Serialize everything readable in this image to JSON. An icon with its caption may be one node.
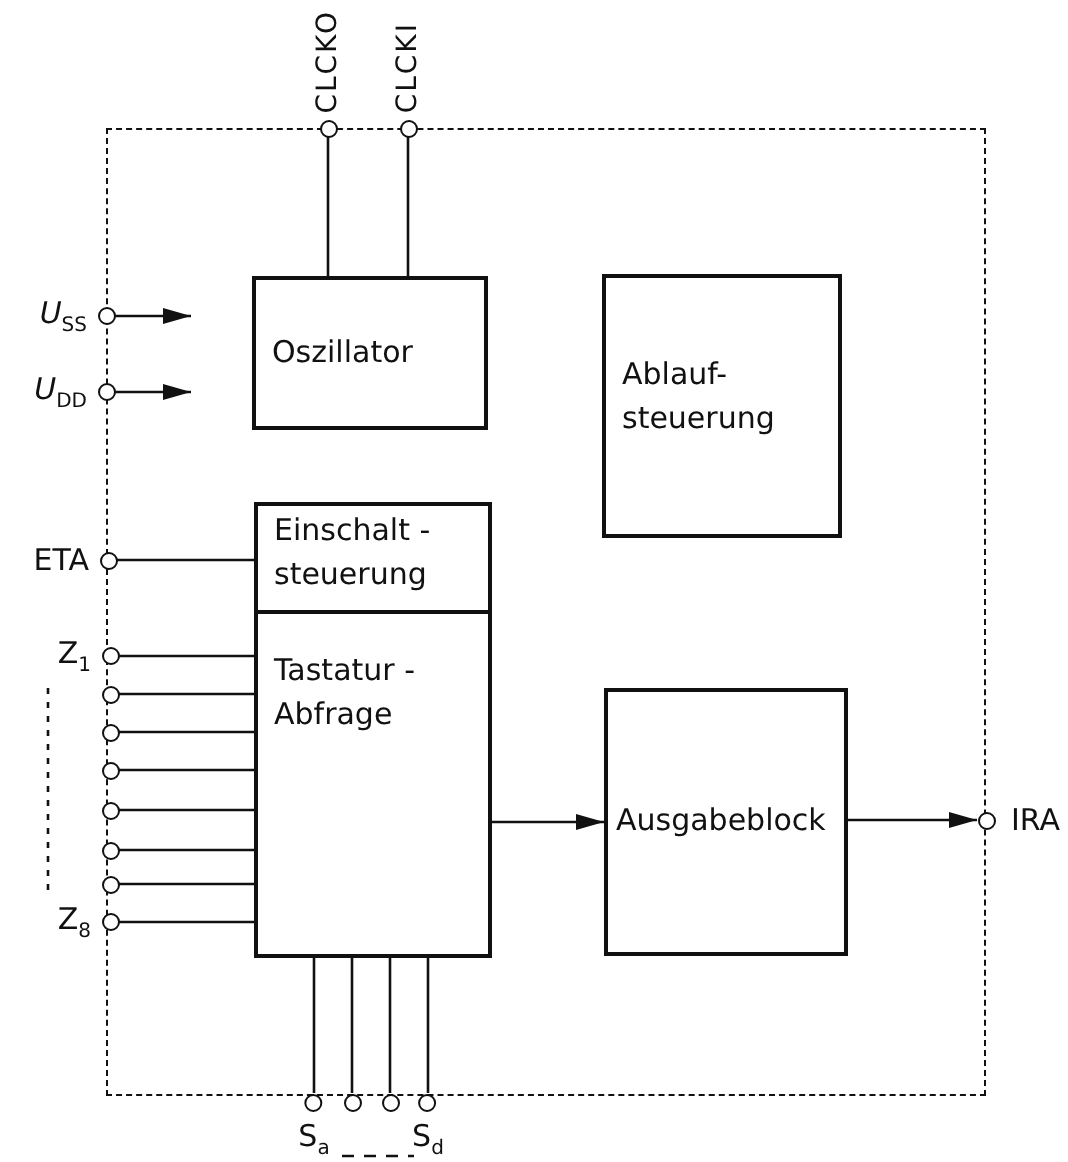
{
  "diagram": {
    "nodes": [
      {
        "text": [],
        "shape": "box"
      },
      {
        "text": [
          "CLCKO"
        ]
      },
      {
        "text": [
          "CLCKI"
        ]
      },
      {
        "text": [
          "*U*$_{SS}$"
        ]
      },
      {
        "text": [
          "*U*$_{DD}$"
        ]
      },
      {
        "text": [
          "Oszillator"
        ],
        "in": 0
      },
      {
        "text": [
          "Ablauf- steuerung"
        ],
        "in": 0
      },
      {
        "text": [
          "ETA"
        ]
      },
      {
        "text": [
          "Einschalt - steuerung"
        ],
        "in": 0
      },
      {
        "text": [
          "Tastatur - Abfrage"
        ],
        "in": 0
      },
      {
        "text": [
          "Z$_{1}$"
        ]
      },
      {
        "text": [],
        "shape": "circle"
      },
      {
        "text": [],
        "shape": "circle"
      },
      {
        "text": [],
        "shape": "circle"
      },
      {
        "text": [],
        "shape": "circle"
      },
      {
        "text": [],
        "shape": "circle"
      },
      {
        "text": [],
        "shape": "circle"
      },
      {
        "text": [
          "Z$_{8}$"
        ]
      },
      {
        "text": [
          "Ausgabeblock"
        ],
        "in": 0
      },
      {
        "text": [
          "IRA"
        ]
      },
      {
        "text": [
          "S$_{a}$"
        ]
      },
      {
        "text": [],
        "shape": "circle"
      },
      {
        "text": [],
        "shape": "circle"
      },
      {
        "text": [
          "S$_{d}$"
        ]
      }
    ],
    "edges": [
      {
        "from": 1,
        "to": 5,
        "arrow": "none"
      },
      {
        "from": 2,
        "to": 5,
        "arrow": "none"
      },
      {
        "from": 3,
        "to": null,
        "arrow": "to"
      },
      {
        "from": 4,
        "to": null,
        "arrow": "to"
      },
      {
        "from": 7,
        "to": 8,
        "arrow": "none"
      },
      {
        "from": 10,
        "to": 9,
        "arrow": "none"
      },
      {
        "from": 11,
        "to": 9,
        "arrow": "none"
      },
      {
        "from": 12,
        "to": 9,
        "arrow": "none"
      },
      {
        "from": 13,
        "to": 9,
        "arrow": "none"
      },
      {
        "from": 14,
        "to": 9,
        "arrow": "none"
      },
      {
        "from": 15,
        "to": 9,
        "arrow": "none"
      },
      {
        "from": 16,
        "to": 9,
        "arrow": "none"
      },
      {
        "from": 17,
        "to": 9,
        "arrow": "none"
      },
      {
        "from": 9,
        "to": 18,
        "arrow": "to"
      },
      {
        "from": 18,
        "to": 19,
        "arrow": "to"
      },
      {
        "from": 20,
        "to": 9,
        "arrow": "none"
      },
      {
        "from": 21,
        "to": 9,
        "arrow": "none"
      },
      {
        "from": 22,
        "to": 9,
        "arrow": "none"
      },
      {
        "from": 23,
        "to": 9,
        "arrow": "none"
      }
    ]
  }
}
